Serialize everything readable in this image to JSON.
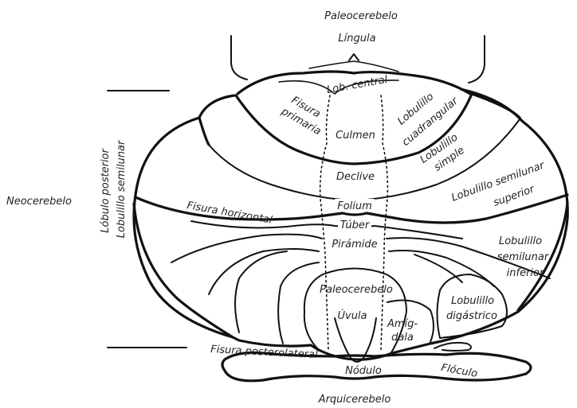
{
  "labels": {
    "paleocerebelo_top": "Paleocerebelo",
    "lingula": "Língula",
    "lob_central": "Lob. central",
    "fisura_primaria": [
      "Fisura",
      "primaria"
    ],
    "culmen": "Culmen",
    "lobulillo_cuadrangular": [
      "Lobulillo",
      "cuadrangular"
    ],
    "lobulillo_simple": [
      "Lobulillo",
      "simple"
    ],
    "declive": "Declive",
    "lobulillo_semilunar_superior": [
      "Lobulillo semilunar",
      "superior"
    ],
    "neocerebelo": "Neocerebelo",
    "lobulo_posterior": "Lóbulo posterior",
    "lobulillo_semilunar_side": "Lobulillo semilunar",
    "fisura_horizontal": "Fisura horizontal",
    "folium": "Folium",
    "tuber": "Túber",
    "piramide": "Pirámide",
    "lobulillo_semilunar_inferior": [
      "Lobulillo",
      "semilunar",
      "inferior"
    ],
    "paleocerebelo_mid": "Paleocerebelo",
    "uvula": "Úvula",
    "amigdala": [
      "Amíg-",
      "dala"
    ],
    "lobulillo_digastrico": [
      "Lobulillo",
      "digástrico"
    ],
    "fisura_posterolateral": "Fisura posterolateral",
    "nodulo": "Nódulo",
    "floculo": "Flóculo",
    "arquicerebelo": "Arquicerebelo"
  }
}
